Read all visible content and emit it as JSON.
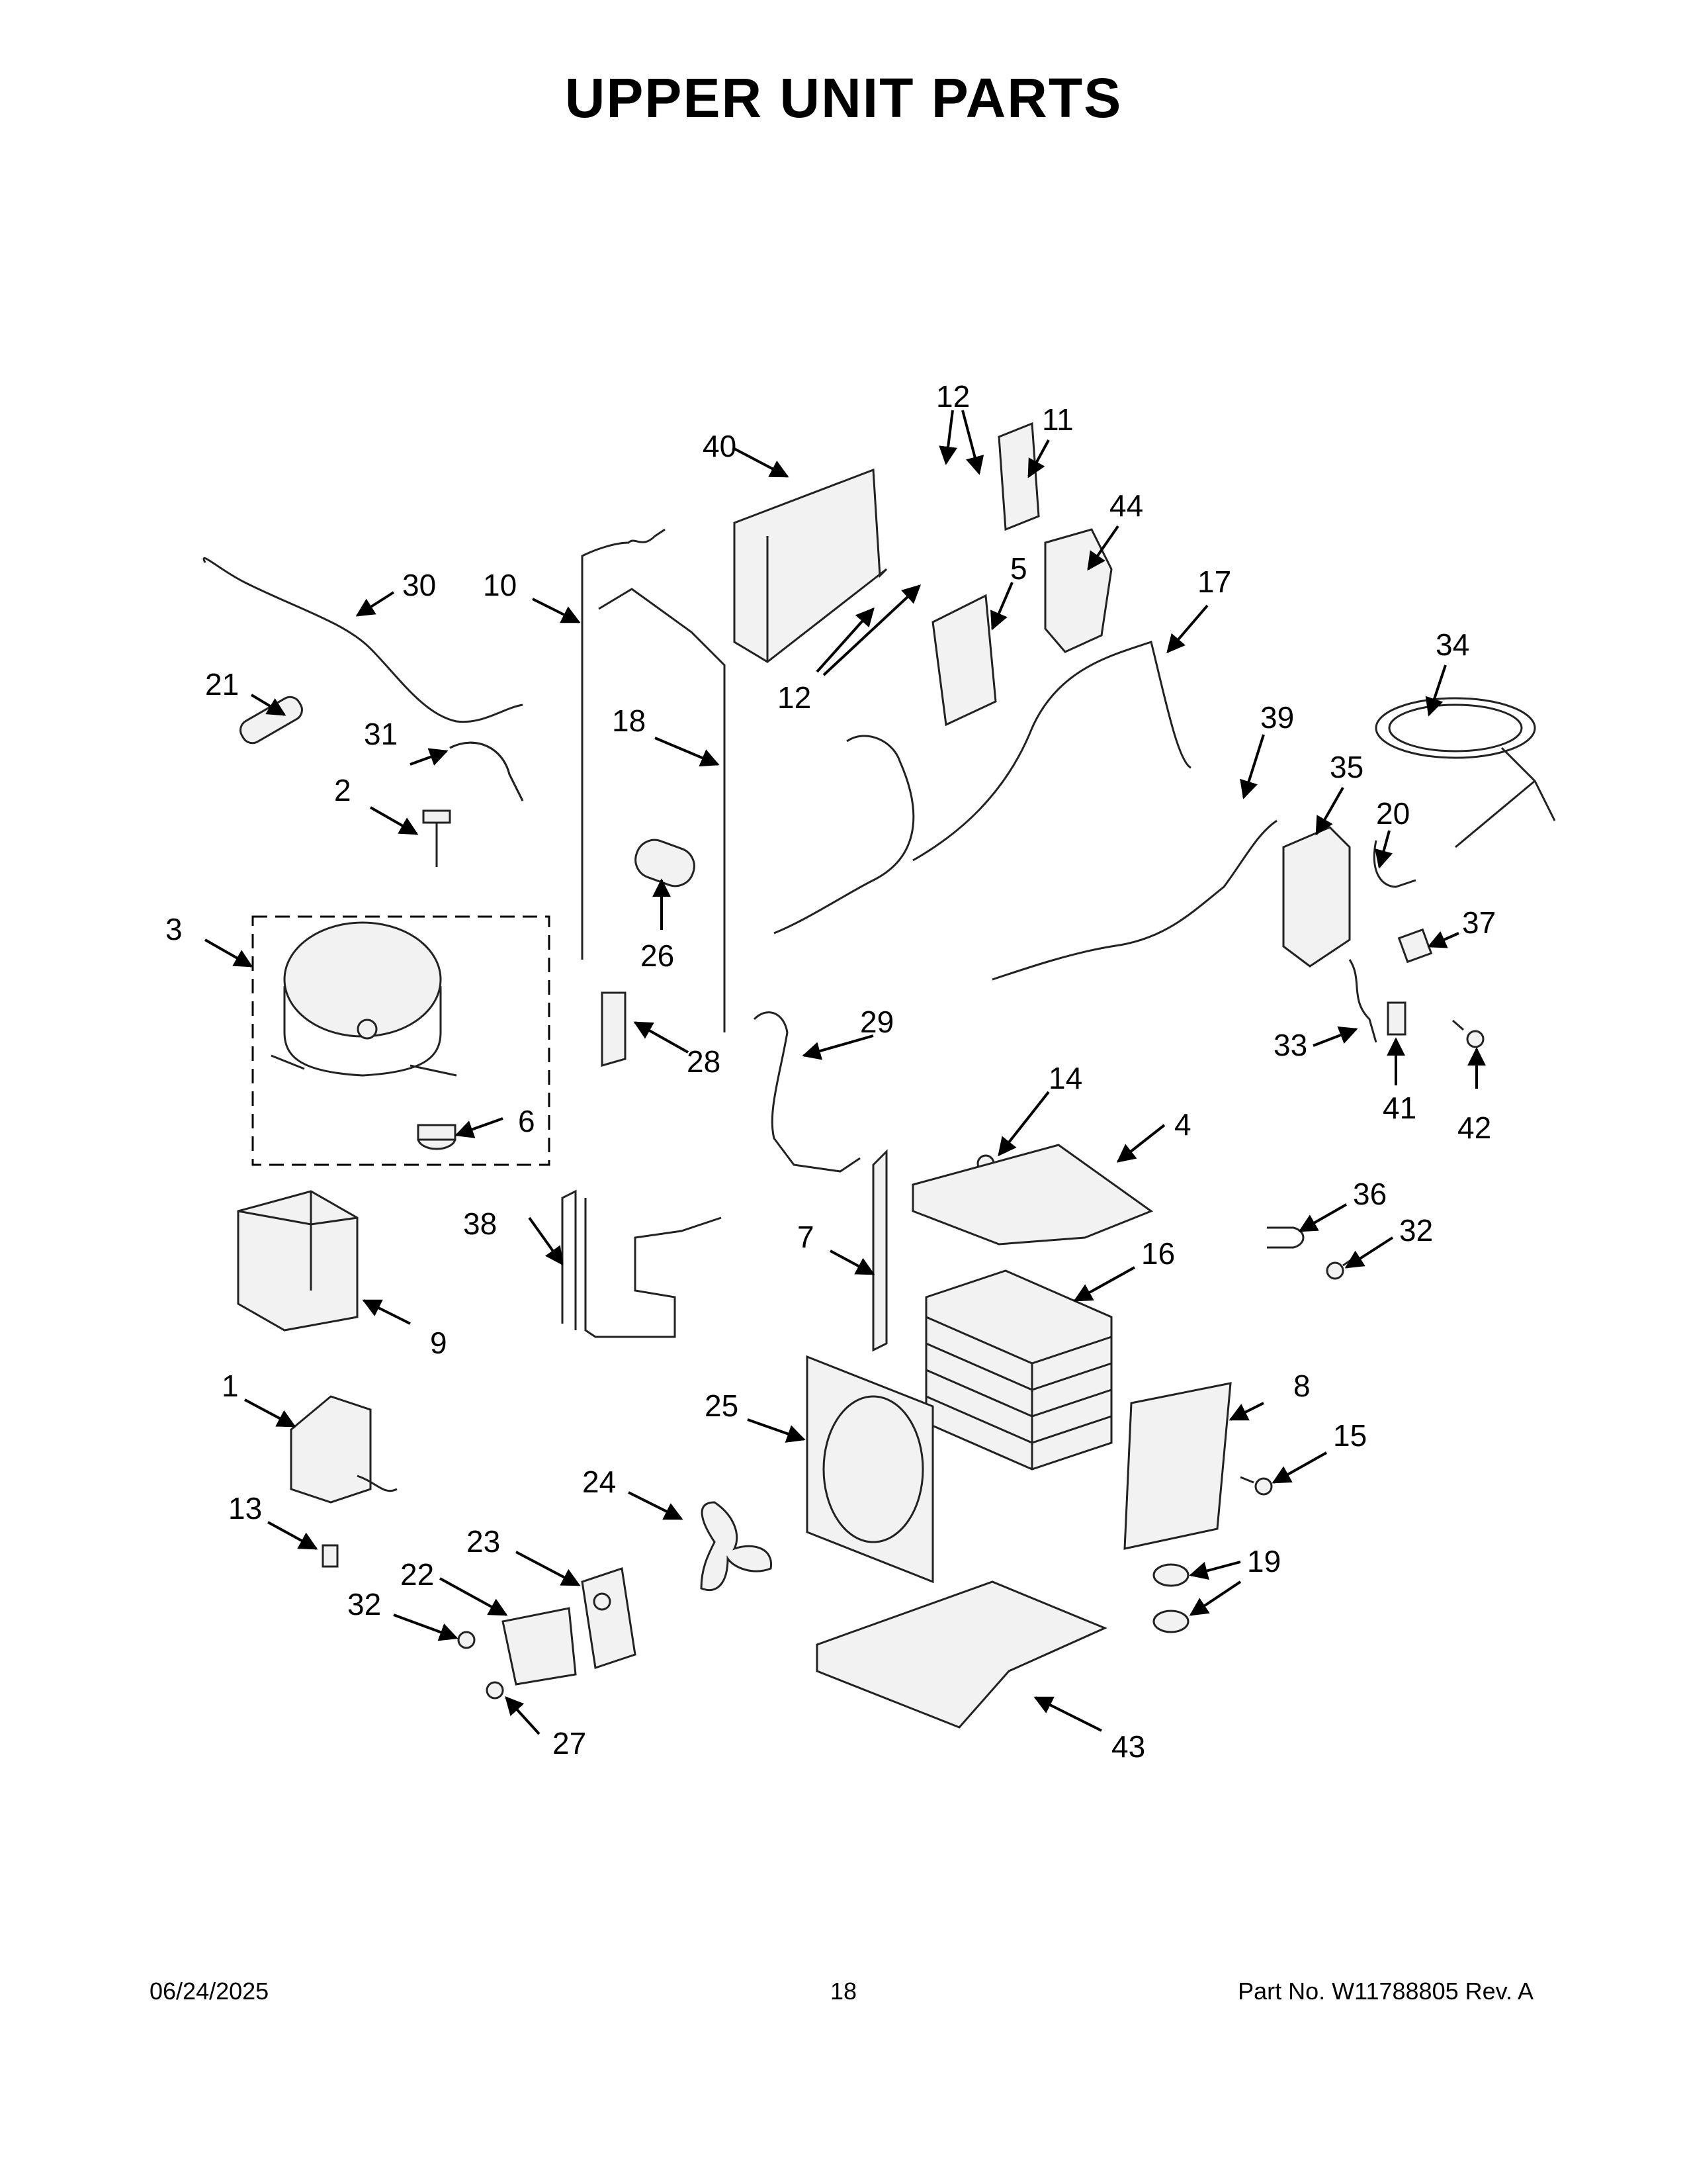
{
  "page_title": "UPPER UNIT PARTS",
  "footer": {
    "date": "06/24/2025",
    "page_number": "18",
    "part_number": "Part No.  W11788805   Rev.  A"
  },
  "callouts": [
    "1",
    "2",
    "3",
    "4",
    "5",
    "6",
    "7",
    "8",
    "9",
    "10",
    "11",
    "12",
    "12",
    "12",
    "13",
    "14",
    "15",
    "16",
    "17",
    "18",
    "19",
    "20",
    "21",
    "22",
    "23",
    "24",
    "25",
    "26",
    "27",
    "28",
    "29",
    "30",
    "31",
    "32",
    "32",
    "33",
    "34",
    "35",
    "36",
    "37",
    "38",
    "39",
    "40",
    "41",
    "42",
    "43",
    "44"
  ]
}
